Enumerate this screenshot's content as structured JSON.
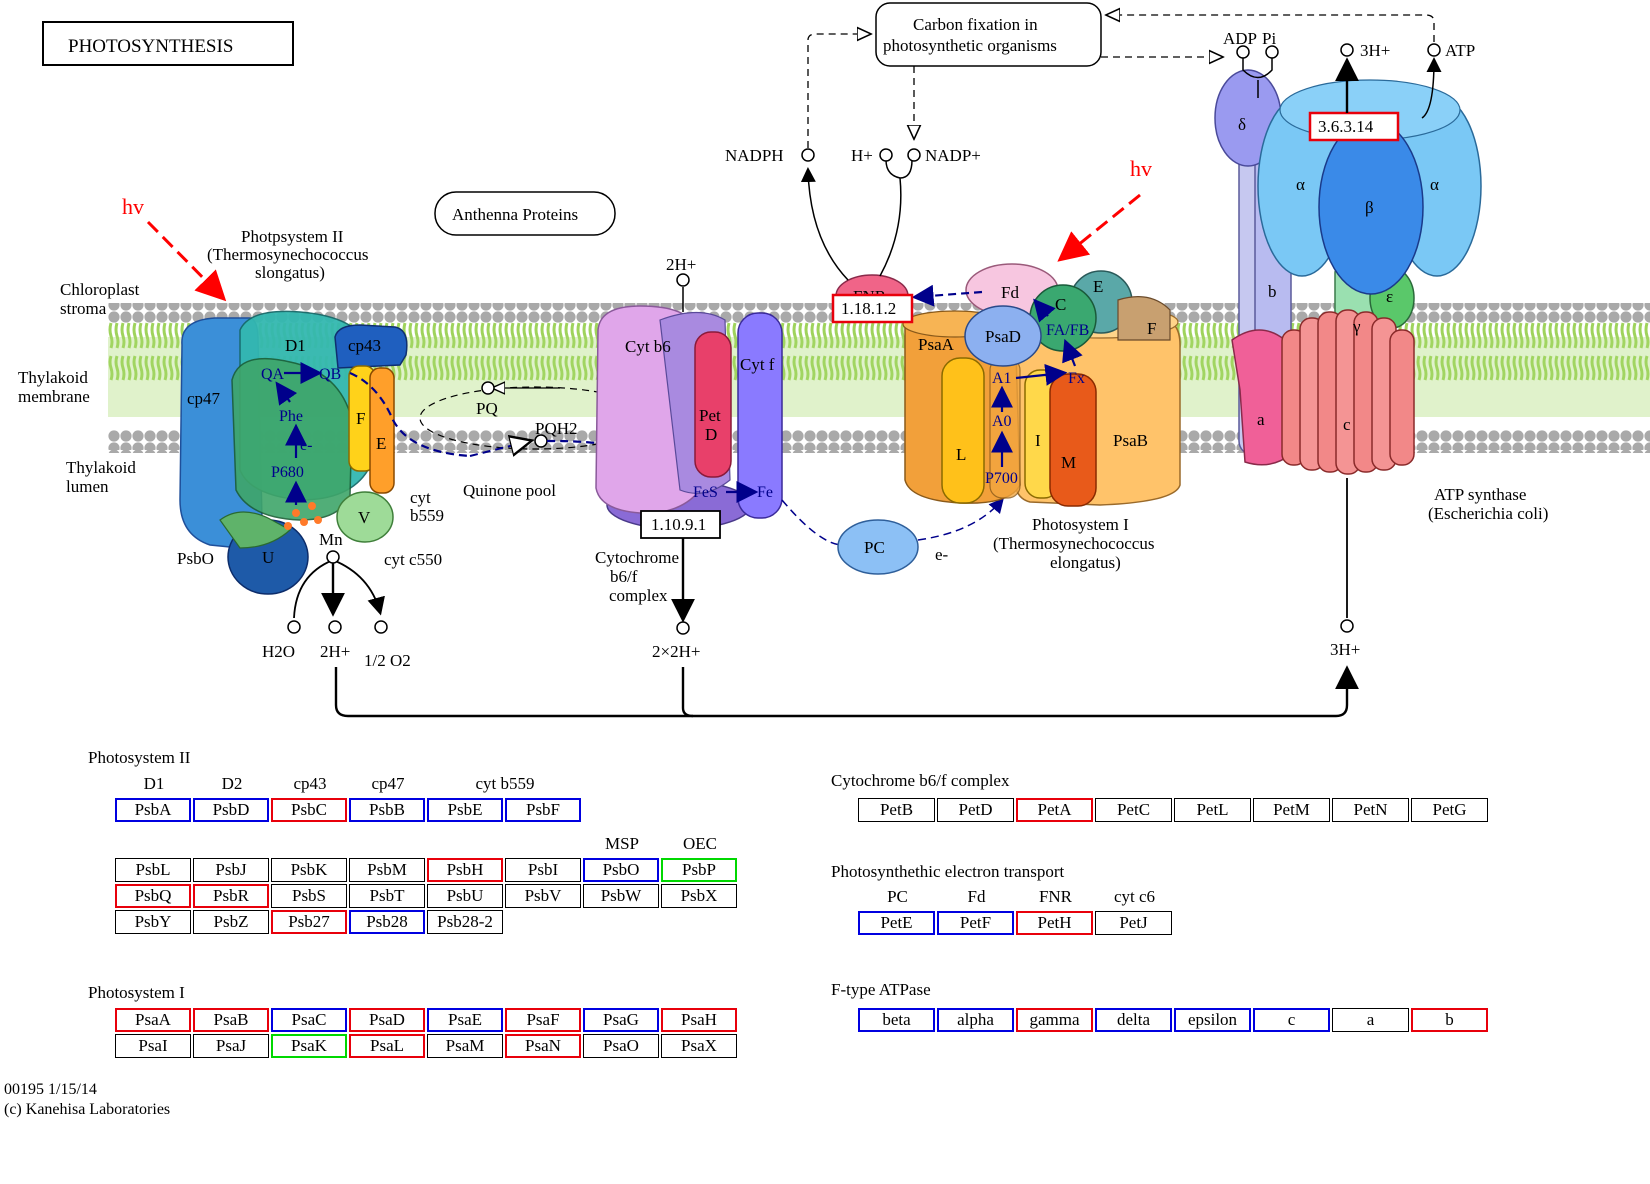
{
  "title": "PHOTOSYNTHESIS",
  "regions": {
    "stroma": [
      "Chloroplast",
      "stroma"
    ],
    "membrane": [
      "Thylakoid",
      "membrane"
    ],
    "lumen": [
      "Thylakoid",
      "lumen"
    ]
  },
  "light": "hv",
  "psii": {
    "name": [
      "Photpsystem II",
      "(Thermosynechococcus",
      "slongatus)"
    ],
    "parts": {
      "cp47": "cp47",
      "d1": "D1",
      "cp43": "cp43",
      "f": "F",
      "e": "E",
      "u": "U",
      "v": "V",
      "psbo": "PsbO",
      "cytb559": [
        "cyt",
        "b559"
      ],
      "cytc550": "cyt c550",
      "mn": "Mn"
    },
    "cofactors": {
      "qa": "QA",
      "qb": "QB",
      "phe": "Phe",
      "e": "e-",
      "p680": "P680"
    }
  },
  "antenna": "Anthenna Proteins",
  "carbon": [
    "Carbon fixation in",
    "photosynthetic organisms"
  ],
  "quinone": {
    "pq": "PQ",
    "pqh2": "PQH2",
    "pool": "Quinone pool"
  },
  "cytb6f": {
    "cytb6": "Cyt b6",
    "petd": [
      "Pet",
      "D"
    ],
    "cytf": "Cyt f",
    "fes": "FeS",
    "fe": "Fe",
    "ec": "1.10.9.1",
    "name": [
      "Cytochrome",
      "b6/f",
      "complex"
    ]
  },
  "psi": {
    "fnr": "FNR",
    "ec": "1.18.1.2",
    "fd": "Fd",
    "c": "C",
    "e": "E",
    "f": "F",
    "psaa": "PsaA",
    "psad": "PsaD",
    "fafb": "FA/FB",
    "fx": "Fx",
    "a1": "A1",
    "a0": "A0",
    "p700": "P700",
    "l": "L",
    "i": "I",
    "m": "M",
    "psab": "PsaB",
    "name": [
      "Photosystem I",
      "(Thermosynechococcus",
      "elongatus)"
    ]
  },
  "pc": {
    "label": "PC",
    "e": "e-"
  },
  "atp": {
    "ec": "3.6.3.14",
    "delta": "δ",
    "alpha": "α",
    "beta": "β",
    "b": "b",
    "epsilon": "ε",
    "gamma": "γ",
    "a": "a",
    "c": "c",
    "name": [
      "ATP synthase",
      "(Escherichia coli)"
    ]
  },
  "compounds": {
    "nadph": "NADPH",
    "hplus": "H+",
    "nadp": "NADP+",
    "adp": "ADP",
    "pi": "Pi",
    "h3top": "3H+",
    "atp": "ATP",
    "h2top": "2H+",
    "h2o": "H2O",
    "h2bottom": "2H+",
    "o2": "1/2 O2",
    "h2x2": "2×2H+",
    "h3bottom": "3H+"
  },
  "tables": {
    "psii": {
      "title": "Photosystem II",
      "subs": [
        "D1",
        "D2",
        "cp43",
        "cp47",
        "cyt b559",
        "MSP",
        "OEC"
      ],
      "row1": [
        {
          "t": "PsbA",
          "c": "blue"
        },
        {
          "t": "PsbD",
          "c": "blue"
        },
        {
          "t": "PsbC",
          "c": "red"
        },
        {
          "t": "PsbB",
          "c": "blue"
        },
        {
          "t": "PsbE",
          "c": "blue"
        },
        {
          "t": "PsbF",
          "c": "blue"
        }
      ],
      "grid": [
        [
          {
            "t": "PsbL",
            "c": ""
          },
          {
            "t": "PsbJ",
            "c": ""
          },
          {
            "t": "PsbK",
            "c": ""
          },
          {
            "t": "PsbM",
            "c": ""
          },
          {
            "t": "PsbH",
            "c": "red"
          },
          {
            "t": "PsbI",
            "c": ""
          },
          {
            "t": "PsbO",
            "c": "blue"
          },
          {
            "t": "PsbP",
            "c": "green"
          }
        ],
        [
          {
            "t": "PsbQ",
            "c": "red"
          },
          {
            "t": "PsbR",
            "c": "red"
          },
          {
            "t": "PsbS",
            "c": ""
          },
          {
            "t": "PsbT",
            "c": ""
          },
          {
            "t": "PsbU",
            "c": ""
          },
          {
            "t": "PsbV",
            "c": ""
          },
          {
            "t": "PsbW",
            "c": ""
          },
          {
            "t": "PsbX",
            "c": ""
          }
        ],
        [
          {
            "t": "PsbY",
            "c": ""
          },
          {
            "t": "PsbZ",
            "c": ""
          },
          {
            "t": "Psb27",
            "c": "red"
          },
          {
            "t": "Psb28",
            "c": "blue"
          },
          {
            "t": "Psb28-2",
            "c": ""
          }
        ]
      ]
    },
    "psi": {
      "title": "Photosystem I",
      "grid": [
        [
          {
            "t": "PsaA",
            "c": "red"
          },
          {
            "t": "PsaB",
            "c": "red"
          },
          {
            "t": "PsaC",
            "c": "blue"
          },
          {
            "t": "PsaD",
            "c": "red"
          },
          {
            "t": "PsaE",
            "c": "blue"
          },
          {
            "t": "PsaF",
            "c": "red"
          },
          {
            "t": "PsaG",
            "c": "blue"
          },
          {
            "t": "PsaH",
            "c": "red"
          }
        ],
        [
          {
            "t": "PsaI",
            "c": ""
          },
          {
            "t": "PsaJ",
            "c": ""
          },
          {
            "t": "PsaK",
            "c": "green"
          },
          {
            "t": "PsaL",
            "c": "red"
          },
          {
            "t": "PsaM",
            "c": ""
          },
          {
            "t": "PsaN",
            "c": "red"
          },
          {
            "t": "PsaO",
            "c": ""
          },
          {
            "t": "PsaX",
            "c": ""
          }
        ]
      ]
    },
    "cyt": {
      "title": "Cytochrome b6/f complex",
      "row": [
        {
          "t": "PetB",
          "c": ""
        },
        {
          "t": "PetD",
          "c": ""
        },
        {
          "t": "PetA",
          "c": "red"
        },
        {
          "t": "PetC",
          "c": ""
        },
        {
          "t": "PetL",
          "c": ""
        },
        {
          "t": "PetM",
          "c": ""
        },
        {
          "t": "PetN",
          "c": ""
        },
        {
          "t": "PetG",
          "c": ""
        }
      ]
    },
    "pet": {
      "title": "Photosynthethic electron transport",
      "subs": [
        "PC",
        "Fd",
        "FNR",
        "cyt c6"
      ],
      "row": [
        {
          "t": "PetE",
          "c": "blue"
        },
        {
          "t": "PetF",
          "c": "blue"
        },
        {
          "t": "PetH",
          "c": "red"
        },
        {
          "t": "PetJ",
          "c": ""
        }
      ]
    },
    "atpase": {
      "title": "F-type ATPase",
      "row": [
        {
          "t": "beta",
          "c": "blue"
        },
        {
          "t": "alpha",
          "c": "blue"
        },
        {
          "t": "gamma",
          "c": "red"
        },
        {
          "t": "delta",
          "c": "blue"
        },
        {
          "t": "epsilon",
          "c": "blue"
        },
        {
          "t": "c",
          "c": "blue"
        },
        {
          "t": "a",
          "c": ""
        },
        {
          "t": "b",
          "c": "red"
        }
      ]
    }
  },
  "footer": {
    "id": "00195 1/15/14",
    "copyright": "(c) Kanehisa Laboratories"
  },
  "colors": {
    "highlight_red": "#e8000b",
    "highlight_blue": "#0000e0",
    "highlight_green": "#00d800",
    "membrane": "#a6d96a",
    "lipid_head": "#a8a8a8",
    "electron_path": "#00008b"
  }
}
